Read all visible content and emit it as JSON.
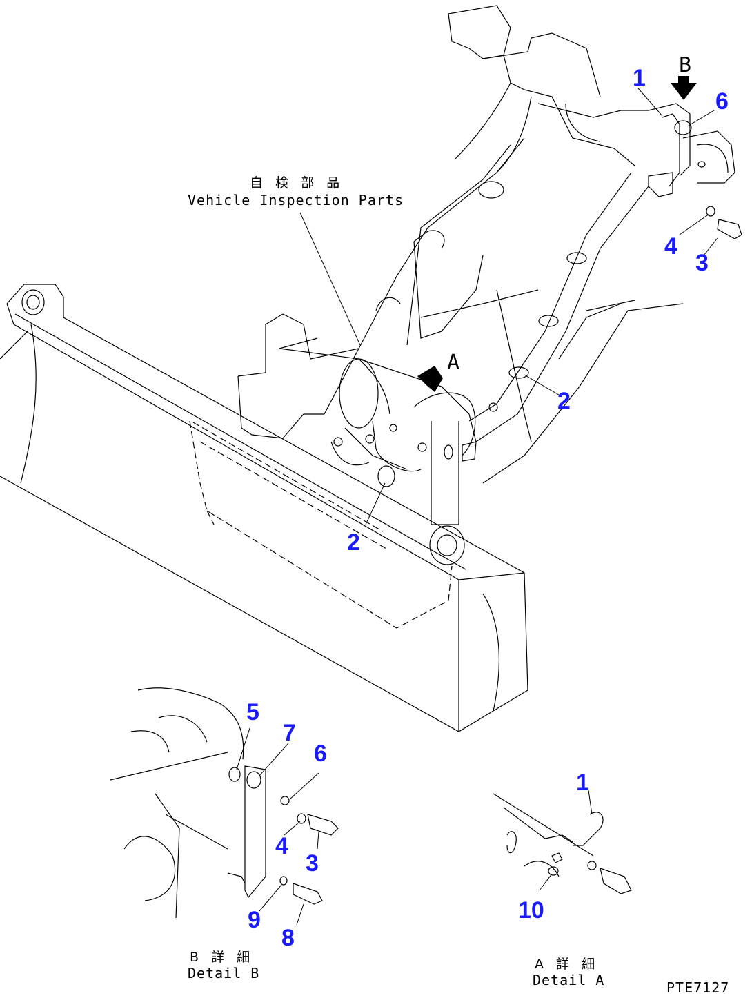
{
  "callouts": {
    "main_1": "1",
    "main_6": "6",
    "main_4": "4",
    "main_3": "3",
    "main_2_right": "2",
    "main_2_lower": "2",
    "detail_b_5": "5",
    "detail_b_7": "7",
    "detail_b_6": "6",
    "detail_b_4": "4",
    "detail_b_3": "3",
    "detail_b_9": "9",
    "detail_b_8": "8",
    "detail_a_1": "1",
    "detail_a_10": "10"
  },
  "labels": {
    "view_b_arrow": "B",
    "view_a": "A",
    "inspection_jp": "自 検 部 品",
    "inspection_en": "Vehicle Inspection Parts",
    "detail_b_jp": "B 詳 細",
    "detail_b_en": "Detail B",
    "detail_a_jp": "A 詳 細",
    "detail_a_en": "Detail A",
    "drawing_code": "PTE7127"
  },
  "colors": {
    "callout": "#1a1aff",
    "linework": "#000000",
    "background": "#ffffff"
  }
}
